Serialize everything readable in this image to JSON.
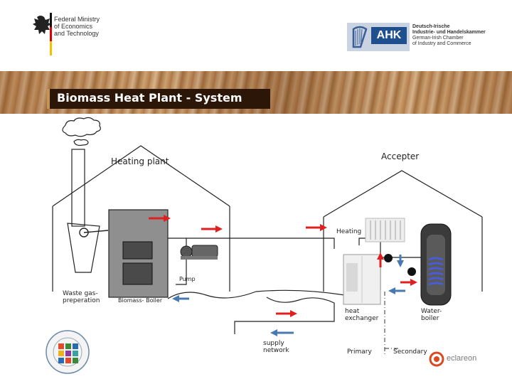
{
  "header": {
    "ministry_lines": [
      "Federal Ministry",
      "of Economics",
      "and Technology"
    ],
    "chamber_logo": "AHK",
    "chamber_lines": [
      "Deutsch-Irische",
      "Industrie- und Handelskammer",
      "German-Irish Chamber",
      "of Industry and Commerce"
    ]
  },
  "slide": {
    "title": "Biomass Heat Plant - System"
  },
  "diagram": {
    "heating_plant": "Heating plant",
    "accepter": "Accepter",
    "heating": "Heating",
    "pump": "Pump",
    "waste_gas": [
      "Waste gas-",
      "preperation"
    ],
    "biomass_boiler": [
      "Biomass-",
      "Boiler"
    ],
    "heat_exchanger": [
      "heat",
      "exchanger"
    ],
    "water_boiler": [
      "Water-",
      "boiler"
    ],
    "supply_network": [
      "supply",
      "network"
    ],
    "primary": "Primary",
    "secondary": "Secondary"
  },
  "footer": {
    "eclareon_logo": "eclareon"
  },
  "colors": {
    "flow_hot": "#e02020",
    "flow_cold": "#4a78b0",
    "title_bg": "#2b1608"
  }
}
